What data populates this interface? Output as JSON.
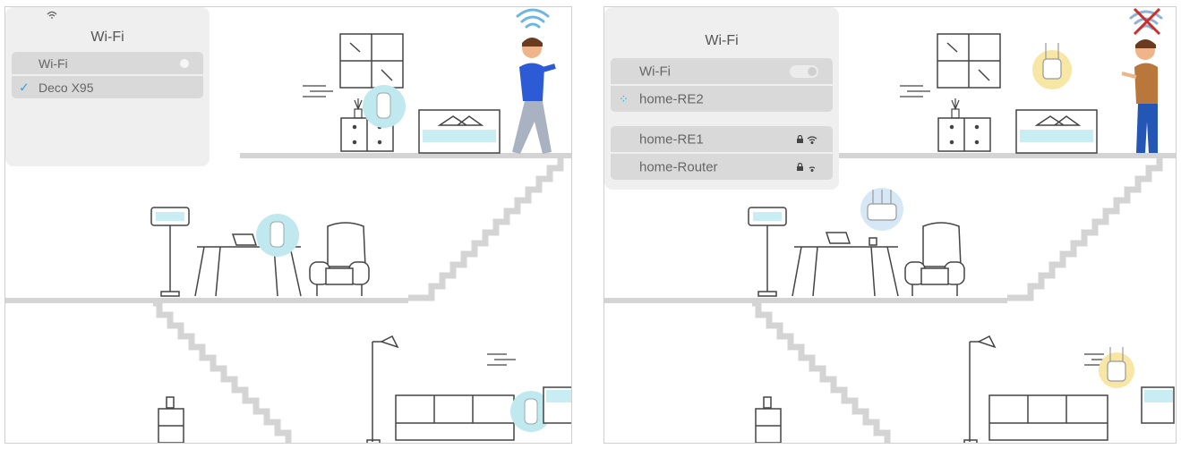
{
  "left": {
    "card_title": "Wi-Fi",
    "wifi_row_label": "Wi-Fi",
    "selected_network": "Deco X95",
    "colors": {
      "accent": "#35a7d6",
      "glow": "#bfe9ef",
      "person_shirt": "#2d5bd6",
      "person_pants": "#a9b2c0"
    }
  },
  "right": {
    "card_title": "Wi-Fi",
    "wifi_row_label": "Wi-Fi",
    "connecting_network": "home-RE2",
    "networks": [
      {
        "name": "home-RE1"
      },
      {
        "name": "home-Router"
      }
    ],
    "colors": {
      "glow": "#f7e6a4",
      "x_mark": "#c9302c",
      "person_shirt": "#b9773b",
      "person_pants": "#2356b5"
    }
  },
  "icons": [
    "wifi-icon",
    "checkmark-icon",
    "spinner-icon",
    "lock-icon",
    "wifi-signal-icon",
    "toggle-switch",
    "no-signal-icon"
  ]
}
